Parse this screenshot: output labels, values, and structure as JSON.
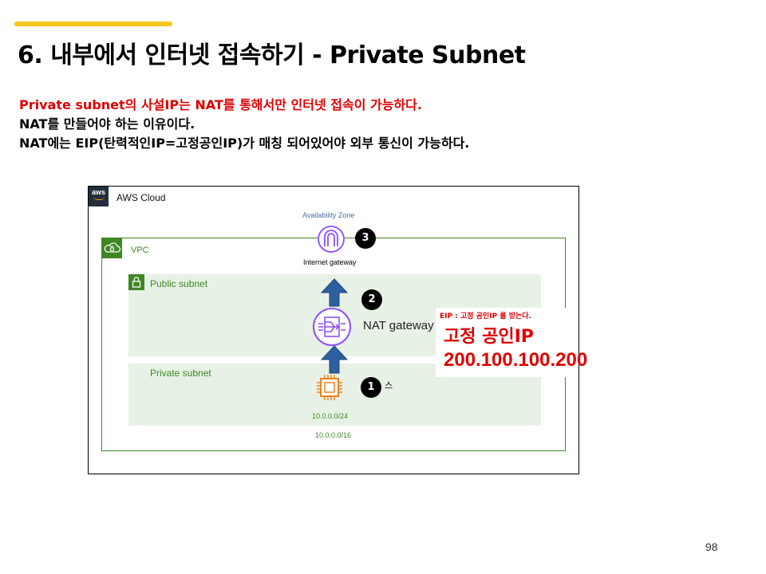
{
  "slide": {
    "title": "6. 내부에서 인터넷 접속하기 - Private Subnet",
    "bullets": [
      "Private subnet의 사설IP는 NAT를 통해서만 인터넷 접속이 가능하다.",
      "NAT를 만들어야 하는 이유이다.",
      "NAT에는 EIP(탄력적인IP=고정공인IP)가 매칭 되어있어야 외부 통신이 가능하다."
    ],
    "page_number": "98"
  },
  "diagram": {
    "cloud_label": "AWS Cloud",
    "aws_logo_text": "aws",
    "az_label": "Availability Zone",
    "vpc_label": "VPC",
    "vpc_cidr": "10.0.0.0/16",
    "public_subnet_label": "Public subnet",
    "private_subnet_label": "Private subnet",
    "private_subnet_cidr": "10.0.0.0/24",
    "igw_label": "Internet gateway",
    "nat_label": "NAT gateway",
    "stray_char": "스",
    "steps": [
      "1",
      "2",
      "3"
    ],
    "eip_note": "EIP : 고정 공인IP 를 받는다.",
    "eip_heading": "고정 공인IP",
    "eip_ip": "200.100.100.200",
    "icons": [
      "aws-logo-icon",
      "vpc-cloud-icon",
      "lock-icon",
      "internet-gateway-icon",
      "nat-gateway-icon",
      "ec2-instance-icon",
      "arrow-up-icon"
    ]
  },
  "colors": {
    "accent": "#f5c518",
    "highlight_red": "#e00000",
    "aws_green": "#3f8624",
    "subnet_fill": "#e7f1e5",
    "aws_purple": "#8c4fff",
    "ec2_orange": "#ed7100",
    "arrow_blue": "#2e5f9e"
  }
}
